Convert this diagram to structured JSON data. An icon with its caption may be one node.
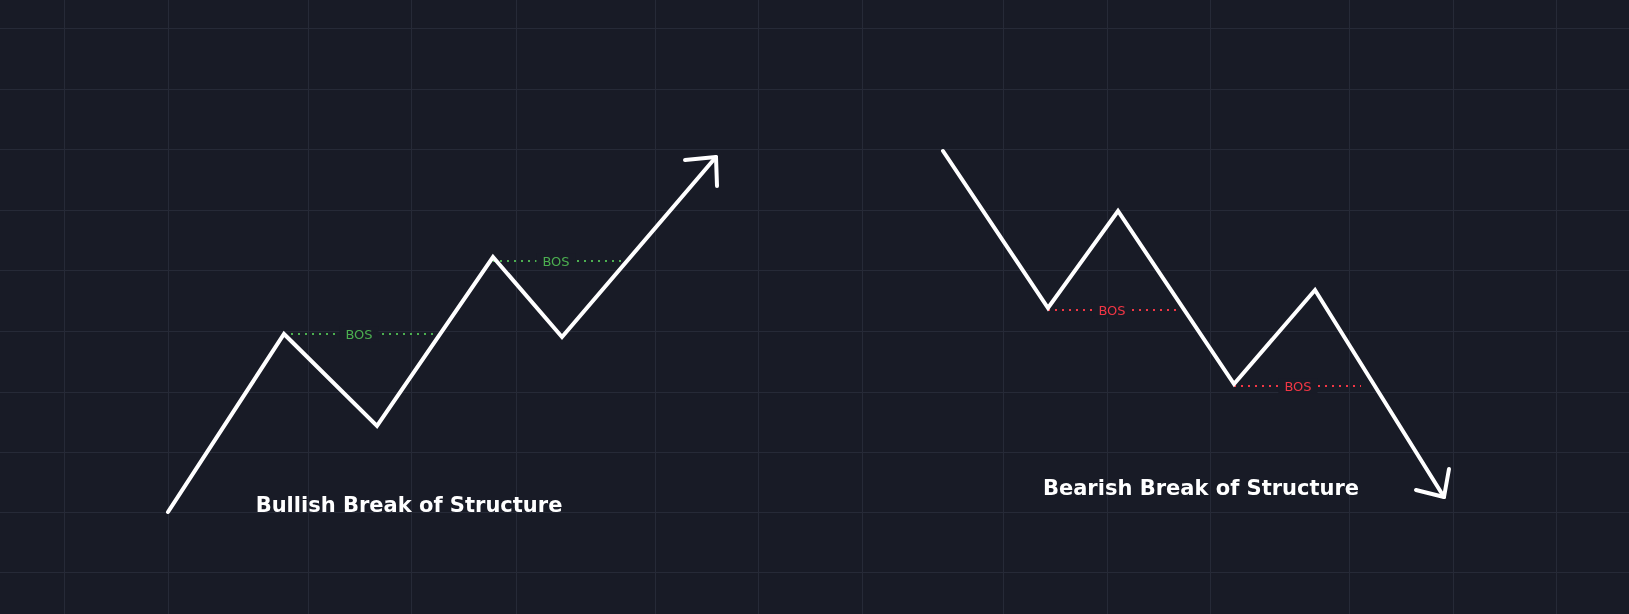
{
  "diagram": {
    "labels": [
      "BOS",
      "BOS",
      "Bullish Break of Structure",
      "BOS",
      "BOS",
      "Bearish Break of Structure"
    ]
  }
}
